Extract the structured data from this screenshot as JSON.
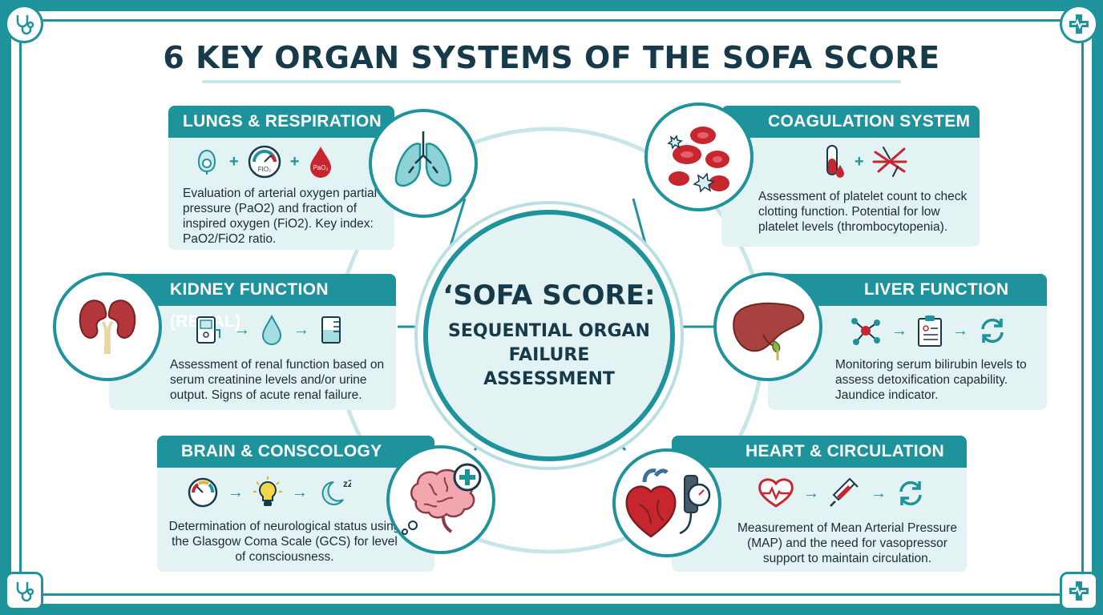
{
  "title": "6 KEY ORGAN SYSTEMS OF THE SOFA SCORE",
  "hub": {
    "title": "‘SOFA SCORE:",
    "subtitle": "SEQUENTIAL ORGAN FAILURE ASSESSMENT"
  },
  "icons": {
    "corners": [
      "stethoscope-icon",
      "medical-cross-icon",
      "stethoscope-icon",
      "medical-cross-icon"
    ]
  },
  "panels": {
    "lungs": {
      "heading": "LUNGS & RESPIRATION",
      "text": "Evaluation of arterial oxygen partial pressure (PaO2) and fraction of inspired oxygen (FiO2). Key index: PaO2/FiO2 ratio.",
      "op": "+",
      "gauge_label": "FIO₂",
      "drop_label": "PaO₂"
    },
    "coag": {
      "heading": "COAGULATION SYSTEM",
      "text": "Assessment of platelet count to check clotting function. Potential for low platelet levels (thrombocytopenia).",
      "op": "+"
    },
    "kidney": {
      "heading": "KIDNEY FUNCTION (RENAL)",
      "text": "Assessment of renal function based on serum creatinine levels and/or urine output. Signs of acute renal failure.",
      "op": "→"
    },
    "liver": {
      "heading": "LIVER FUNCTION",
      "text": "Monitoring serum bilirubin levels to assess detoxification capability. Jaundice indicator.",
      "op": "→"
    },
    "brain": {
      "heading": "BRAIN & CONSCOLOGY",
      "text": "Determination of neurological status using the Glasgow Coma Scale (GCS) for level of consciousness.",
      "op": "→",
      "sleep_label": "zZ"
    },
    "heart": {
      "heading": "HEART & CIRCULATION",
      "text": "Measurement of Mean Arterial Pressure (MAP) and the need for vasopressor support to maintain circulation.",
      "op": "→"
    }
  },
  "colors": {
    "teal": "#1f939b",
    "navy": "#173a4b",
    "panel_bg": "#e3f2f3",
    "red": "#c8262f"
  }
}
